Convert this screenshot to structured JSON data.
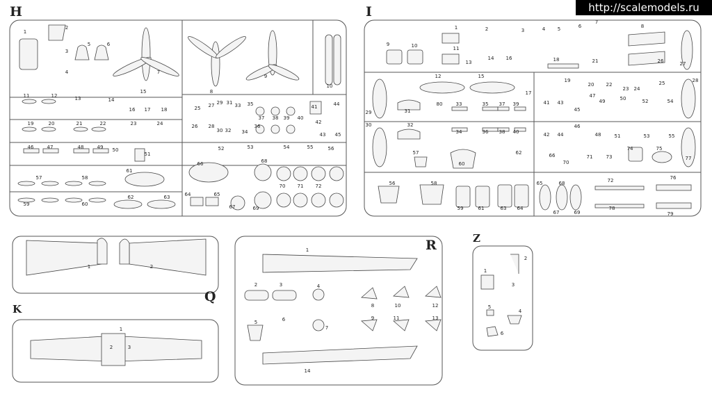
{
  "watermark": "http://scalemodels.ru",
  "sprues": {
    "H": {
      "letter": "H",
      "part_numbers": [
        "1",
        "2",
        "3",
        "4",
        "5",
        "6",
        "7",
        "8",
        "9",
        "10",
        "11",
        "12",
        "13",
        "14",
        "15",
        "16",
        "17",
        "18",
        "19",
        "20",
        "21",
        "22",
        "23",
        "24",
        "25",
        "26",
        "27",
        "28",
        "29",
        "30",
        "31",
        "32",
        "33",
        "34",
        "35",
        "36",
        "37",
        "38",
        "39",
        "40",
        "41",
        "42",
        "43",
        "44",
        "45",
        "46",
        "47",
        "48",
        "49",
        "50",
        "51",
        "52",
        "53",
        "54",
        "55",
        "56",
        "57",
        "58",
        "59",
        "60",
        "61",
        "62",
        "63",
        "64",
        "65",
        "66",
        "67",
        "68",
        "69",
        "70",
        "71",
        "72"
      ]
    },
    "I": {
      "letter": "I",
      "part_numbers": [
        "1",
        "2",
        "3",
        "4",
        "5",
        "6",
        "7",
        "8",
        "9",
        "10",
        "11",
        "12",
        "13",
        "14",
        "15",
        "16",
        "17",
        "18",
        "19",
        "20",
        "21",
        "22",
        "23",
        "24",
        "25",
        "26",
        "27",
        "28",
        "29",
        "30",
        "31",
        "32",
        "33",
        "34",
        "35",
        "36",
        "37",
        "38",
        "39",
        "40",
        "41",
        "42",
        "43",
        "44",
        "45",
        "46",
        "47",
        "48",
        "49",
        "50",
        "51",
        "52",
        "53",
        "54",
        "55",
        "56",
        "57",
        "58",
        "59",
        "60",
        "61",
        "62",
        "63",
        "64",
        "65",
        "66",
        "67",
        "68",
        "69",
        "70",
        "71",
        "72",
        "73",
        "74",
        "75",
        "76",
        "77",
        "78",
        "79",
        "80"
      ]
    },
    "Q": {
      "letter": "Q",
      "part_numbers": [
        "1",
        "2"
      ]
    },
    "K": {
      "letter": "K",
      "part_numbers": [
        "1",
        "2",
        "3"
      ]
    },
    "R": {
      "letter": "R",
      "part_numbers": [
        "1",
        "2",
        "3",
        "4",
        "5",
        "6",
        "7",
        "8",
        "9",
        "10",
        "11",
        "12",
        "13",
        "14"
      ]
    },
    "Z": {
      "letter": "Z",
      "part_numbers": [
        "1",
        "2",
        "3",
        "4",
        "5",
        "6"
      ]
    }
  }
}
